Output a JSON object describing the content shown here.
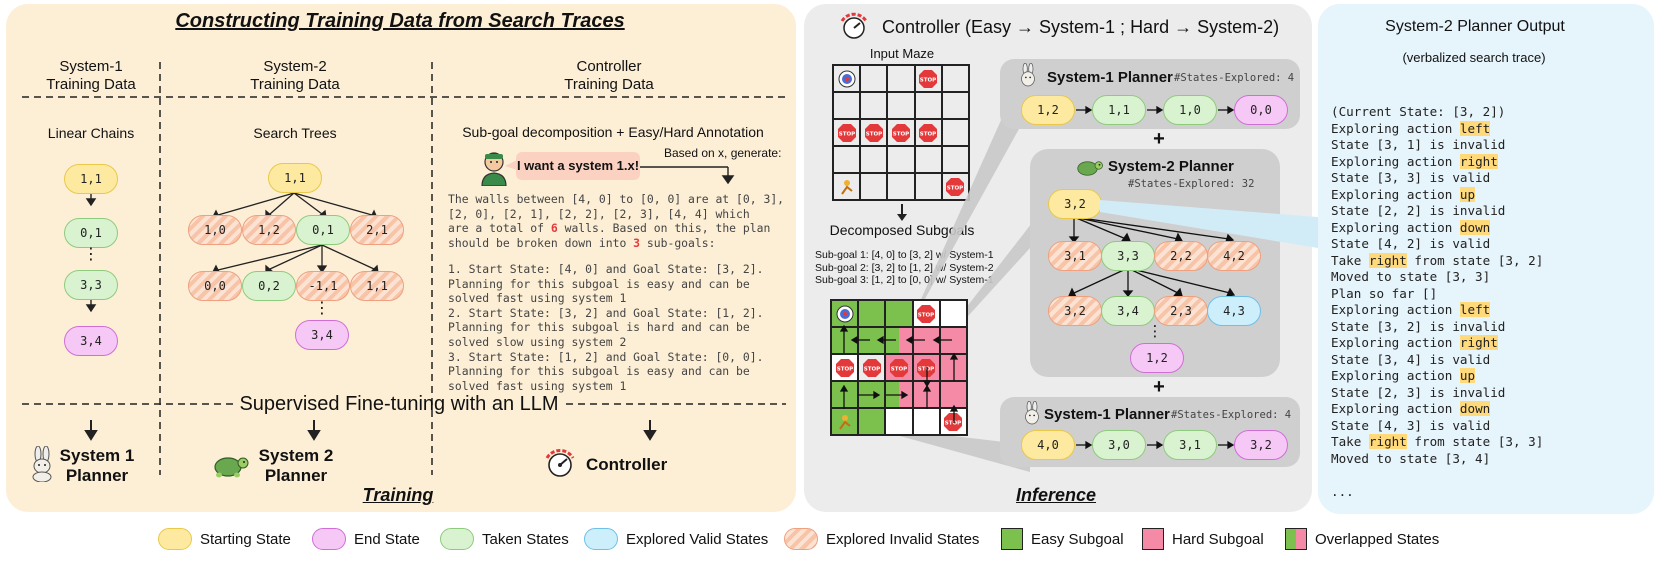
{
  "training": {
    "title": "Constructing Training Data from Search Traces",
    "col1_head": [
      "System-1",
      "Training Data"
    ],
    "col2_head": [
      "System-2",
      "Training Data"
    ],
    "col3_head": [
      "Controller",
      "Training Data"
    ],
    "col1_sub": "Linear Chains",
    "col2_sub": "Search Trees",
    "col3_sub": "Sub-goal decomposition + Easy/Hard Annotation",
    "speech": "I want a system 1.x!",
    "based_on": "Based on x, generate:",
    "controller_text_1": "The walls between [4, 0] to [0, 0] are at [0, 3],",
    "controller_text_2": "[2, 0], [2, 1], [2, 2], [2, 3], [4, 4] which",
    "controller_text_3a": "are a total of ",
    "controller_num_walls": "6",
    "controller_text_3b": " walls. Based on this, the plan",
    "controller_text_4a": "should be broken down into ",
    "controller_num_goals": "3",
    "controller_text_4b": " sub-goals:",
    "plan_lines": [
      "1. Start State: [4, 0] and Goal State: [3, 2].",
      "Planning for this subgoal is easy and can be",
      "solved fast using system 1",
      "2. Start State: [3, 2] and Goal State: [1, 2].",
      "Planning for this subgoal is hard and can be",
      "solved slow using system 2",
      "3. Start State: [1, 2] and Goal State: [0, 0].",
      "Planning for this subgoal is easy and can be",
      "solved fast using system 1"
    ],
    "sft": "Supervised Fine-tuning with an LLM",
    "planner1": [
      "System 1",
      "Planner"
    ],
    "planner2": [
      "System 2",
      "Planner"
    ],
    "controller": "Controller",
    "footer": "Training",
    "chain_nodes": [
      "1,1",
      "0,1",
      "3,3",
      "3,4"
    ],
    "chain_ellipsis": "⋮",
    "tree_root": "1,1",
    "tree_level1": [
      "1,0",
      "1,2",
      "0,1",
      "2,1"
    ],
    "tree_level2": [
      "0,0",
      "0,2",
      "-1,1",
      "1,1"
    ],
    "tree_leaf": "3,4",
    "tree_ellipsis": "⋮"
  },
  "inference": {
    "title": "Controller (Easy → System-1 ; Hard → System-2)",
    "input_maze": "Input Maze",
    "decomposed": "Decomposed Subgoals",
    "subgoals": [
      "Sub-goal 1: [4, 0] to [3, 2] w/ System-1",
      "Sub-goal 2: [3, 2] to [1, 2] w/ System-2",
      "Sub-goal 3: [1, 2] to [0, 0] w/ System-1"
    ],
    "stop_label": "STOP",
    "sys1_top": {
      "title": "System-1 Planner",
      "states": "#States-Explored: 4",
      "nodes": [
        "1,2",
        "1,1",
        "1,0",
        "0,0"
      ]
    },
    "sys2": {
      "title": "System-2 Planner",
      "states": "#States-Explored: 32",
      "root": "3,2",
      "level1": [
        "3,1",
        "3,3",
        "2,2",
        "4,2"
      ],
      "level2": [
        "3,2",
        "3,4",
        "2,3",
        "4,3"
      ],
      "leaf": "1,2",
      "ellipsis": "⋮"
    },
    "sys1_bottom": {
      "title": "System-1 Planner",
      "states": "#States-Explored: 4",
      "nodes": [
        "4,0",
        "3,0",
        "3,1",
        "3,2"
      ]
    },
    "plus": "+",
    "footer": "Inference"
  },
  "output": {
    "title": "System-2 Planner Output",
    "subtitle": "(verbalized search trace)",
    "lines": [
      [
        "(Current State: [3, 2])",
        "",
        ""
      ],
      [
        "Exploring action ",
        "left",
        ""
      ],
      [
        "State [3, 1] is invalid",
        "",
        ""
      ],
      [
        "Exploring action ",
        "right",
        ""
      ],
      [
        "State [3, 3] is valid",
        "",
        ""
      ],
      [
        "Exploring action ",
        "up",
        ""
      ],
      [
        "State [2, 2] is invalid",
        "",
        ""
      ],
      [
        "Exploring action ",
        "down",
        ""
      ],
      [
        "State [4, 2] is valid",
        "",
        ""
      ],
      [
        "Take ",
        "right",
        " from state [3, 2]"
      ],
      [
        "Moved to state [3, 3]",
        "",
        ""
      ],
      [
        "Plan so far []",
        "",
        ""
      ],
      [
        "Exploring action ",
        "left",
        ""
      ],
      [
        "State [3, 2] is invalid",
        "",
        ""
      ],
      [
        "Exploring action ",
        "right",
        ""
      ],
      [
        "State [3, 4] is valid",
        "",
        ""
      ],
      [
        "Exploring action ",
        "up",
        ""
      ],
      [
        "State [2, 3] is invalid",
        "",
        ""
      ],
      [
        "Exploring action ",
        "down",
        ""
      ],
      [
        "State [4, 3] is valid",
        "",
        ""
      ],
      [
        "Take ",
        "right",
        " from state [3, 3]"
      ],
      [
        "Moved to state [3, 4]",
        "",
        ""
      ],
      [
        "",
        "",
        ""
      ],
      [
        "...",
        "",
        ""
      ]
    ]
  },
  "legend": [
    {
      "label": "Starting State",
      "kind": "pill",
      "color": "#fdeaa0",
      "border": "#e9c84a"
    },
    {
      "label": "End State",
      "kind": "pill",
      "color": "#f6c8f6",
      "border": "#cf6fd6"
    },
    {
      "label": "Taken States",
      "kind": "pill",
      "color": "#d9f2d0",
      "border": "#8fcb7e"
    },
    {
      "label": "Explored Valid States",
      "kind": "pill",
      "color": "#cdeefb",
      "border": "#6fbfe6"
    },
    {
      "label": "Explored Invalid States",
      "kind": "hatch",
      "color": "#f7c4a8",
      "border": "#eea07f"
    },
    {
      "label": "Easy Subgoal",
      "kind": "square",
      "color": "#7cc04e",
      "border": "#222222"
    },
    {
      "label": "Hard Subgoal",
      "kind": "square",
      "color": "#f48aa6",
      "border": "#222222"
    },
    {
      "label": "Overlapped States",
      "kind": "split",
      "color": "#7cc04e",
      "border": "#222222"
    }
  ],
  "colors": {
    "training_bg": "#fdefd6",
    "inference_bg": "#ececec",
    "output_bg": "#e6f4fb",
    "easy": "#7cc04e",
    "hard": "#f48aa6",
    "stop": "#e4393b"
  }
}
